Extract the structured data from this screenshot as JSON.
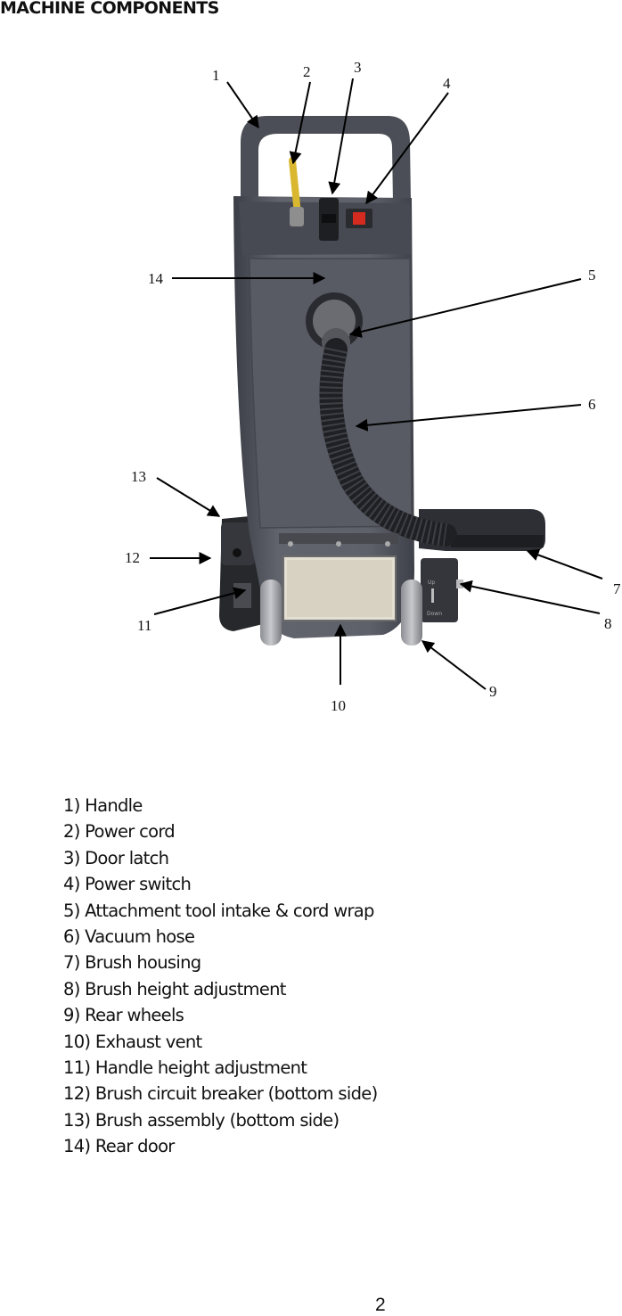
{
  "page": {
    "title": "MACHINE COMPONENTS",
    "page_number": "2"
  },
  "figure": {
    "callouts": [
      "1",
      "2",
      "3",
      "4",
      "5",
      "6",
      "7",
      "8",
      "9",
      "10",
      "11",
      "12",
      "13",
      "14"
    ]
  },
  "components": [
    "1) Handle",
    "2) Power cord",
    "3) Door latch",
    "4) Power switch",
    "5) Attachment tool intake & cord wrap",
    "6) Vacuum hose",
    "7) Brush housing",
    "8) Brush height adjustment",
    "9) Rear wheels",
    "10) Exhaust vent",
    "11) Handle height adjustment",
    "12) Brush circuit breaker (bottom side)",
    "13) Brush assembly (bottom side)",
    "14) Rear door"
  ],
  "colors": {
    "body": "#5c5f68",
    "body_dark": "#3d4048",
    "hose": "#2a2b2f",
    "switch_red": "#d42a1f",
    "cord_yellow": "#d9b830",
    "vent_plate": "#e4dfd3"
  }
}
